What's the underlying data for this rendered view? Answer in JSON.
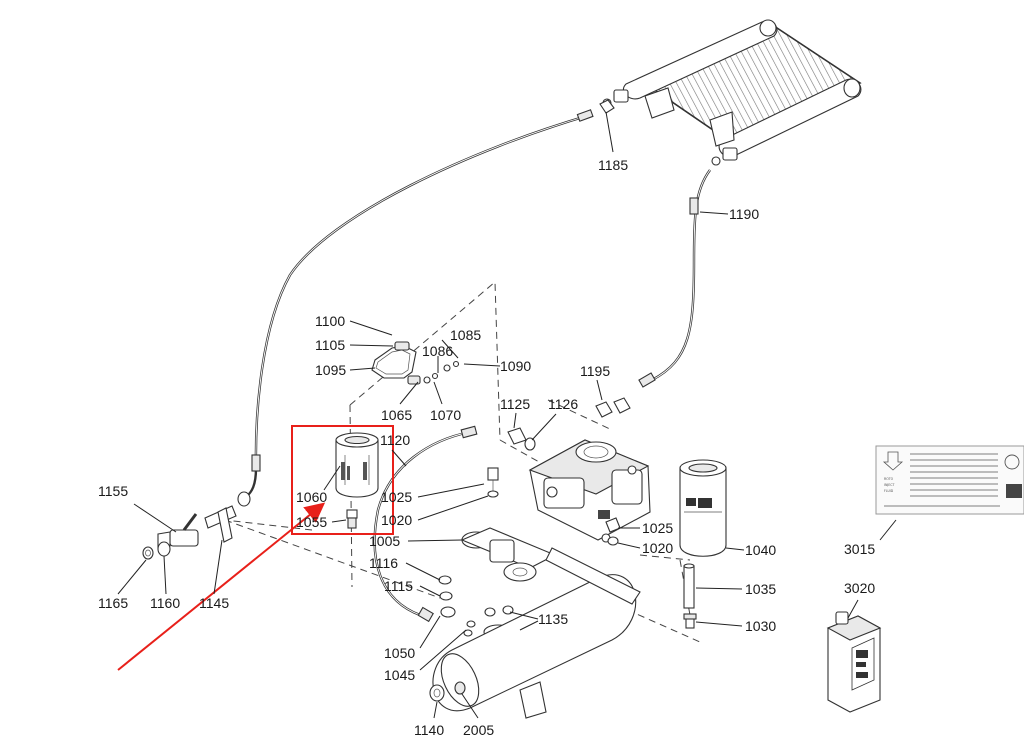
{
  "labels": {
    "p1185": "1185",
    "p1190": "1190",
    "p1100": "1100",
    "p1105": "1105",
    "p1095": "1095",
    "p1085": "1085",
    "p1086": "1086",
    "p1090": "1090",
    "p1065": "1065",
    "p1070": "1070",
    "p1195": "1195",
    "p1125": "1125",
    "p1126": "1126",
    "p1120": "1120",
    "p1060": "1060",
    "p1055": "1055",
    "p1025a": "1025",
    "p1020a": "1020",
    "p1005": "1005",
    "p1116": "1116",
    "p1115": "1115",
    "p1050": "1050",
    "p1045": "1045",
    "p1135": "1135",
    "p1140": "1140",
    "p2005": "2005",
    "p1155": "1155",
    "p1165": "1165",
    "p1160": "1160",
    "p1145": "1145",
    "p1025b": "1025",
    "p1020b": "1020",
    "p1040": "1040",
    "p1035": "1035",
    "p1030": "1030",
    "p3015": "3015",
    "p3020": "3020"
  },
  "highlight": {
    "color": "#e8201a",
    "target_part": "1060"
  },
  "colors": {
    "line": "#333333",
    "background": "#ffffff"
  },
  "icons": [
    "cooler-icon",
    "oil-filter-icon",
    "compressor-block-icon",
    "air-tank-icon",
    "oil-bottle-icon",
    "warning-decal-icon",
    "ball-valve-icon"
  ]
}
